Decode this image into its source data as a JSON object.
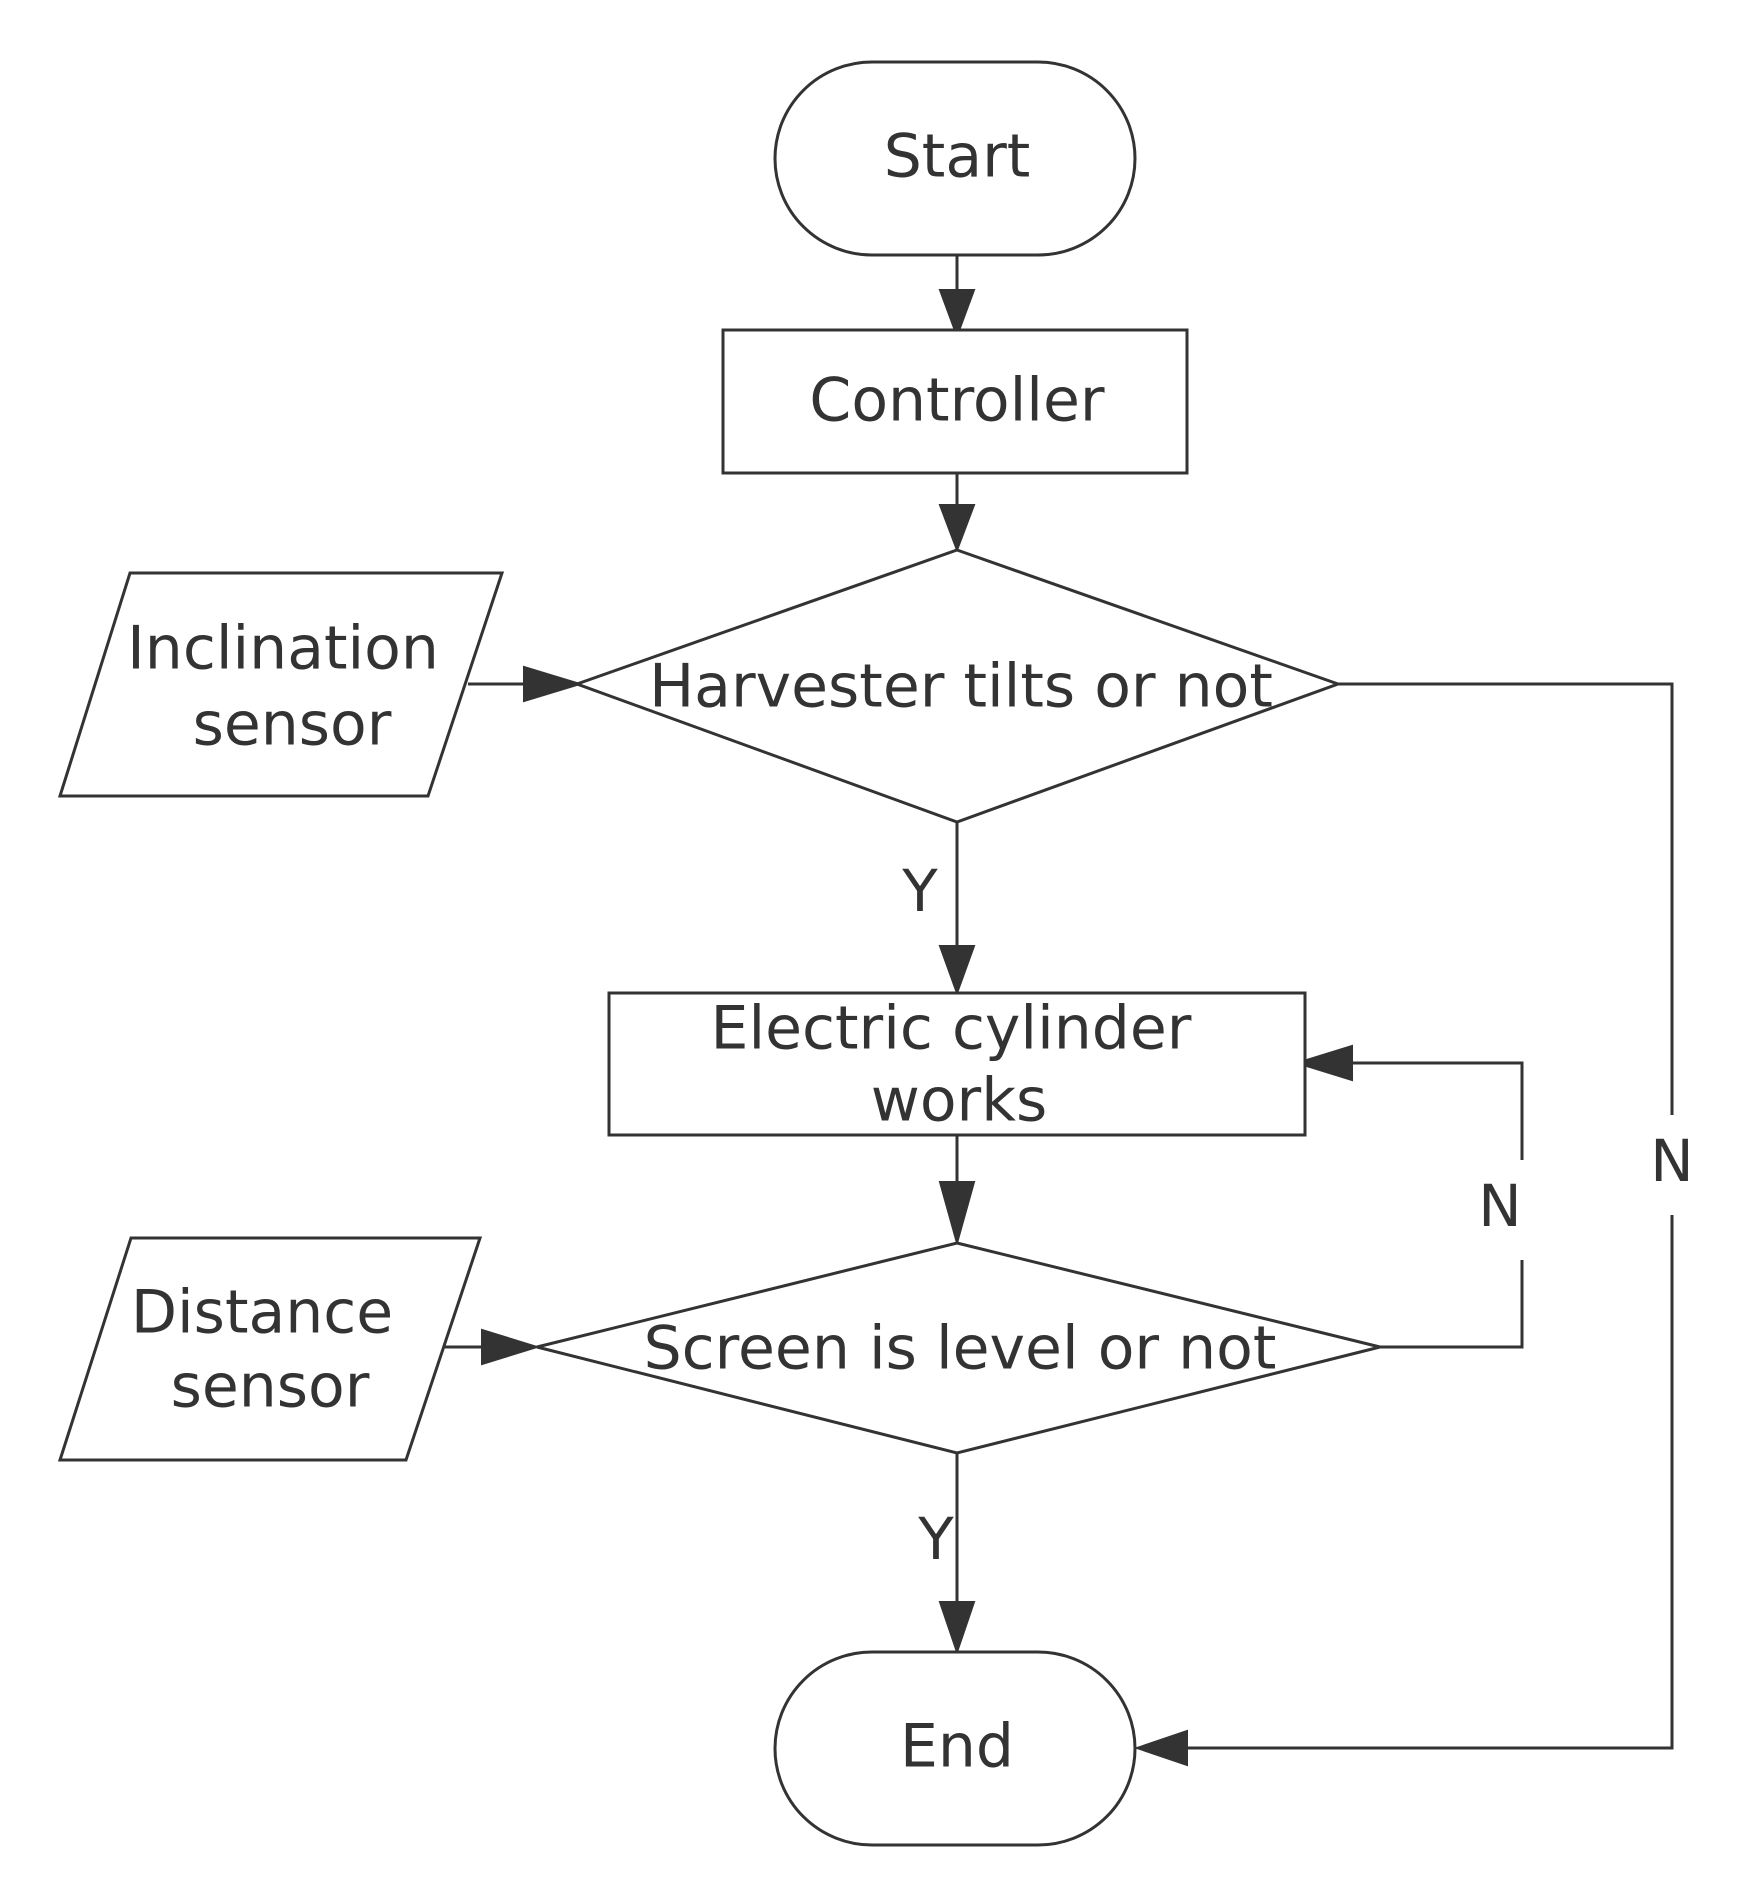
{
  "nodes": {
    "start": {
      "text": "Start"
    },
    "controller": {
      "text": "Controller"
    },
    "tilt_decision": {
      "text": "Harvester tilts or not"
    },
    "inclination_sensor": {
      "line1": "Inclination",
      "line2": "sensor"
    },
    "cylinder": {
      "line1": "Electric cylinder",
      "line2": "works"
    },
    "level_decision": {
      "text": "Screen is level or not"
    },
    "distance_sensor": {
      "line1": "Distance",
      "line2": "sensor"
    },
    "end": {
      "text": "End"
    }
  },
  "edges": {
    "tilt_yes": "Y",
    "tilt_no": "N",
    "level_no": "N",
    "level_yes": "Y"
  },
  "colors": {
    "stroke": "#333333",
    "fill": "#ffffff",
    "text": "#333333"
  }
}
